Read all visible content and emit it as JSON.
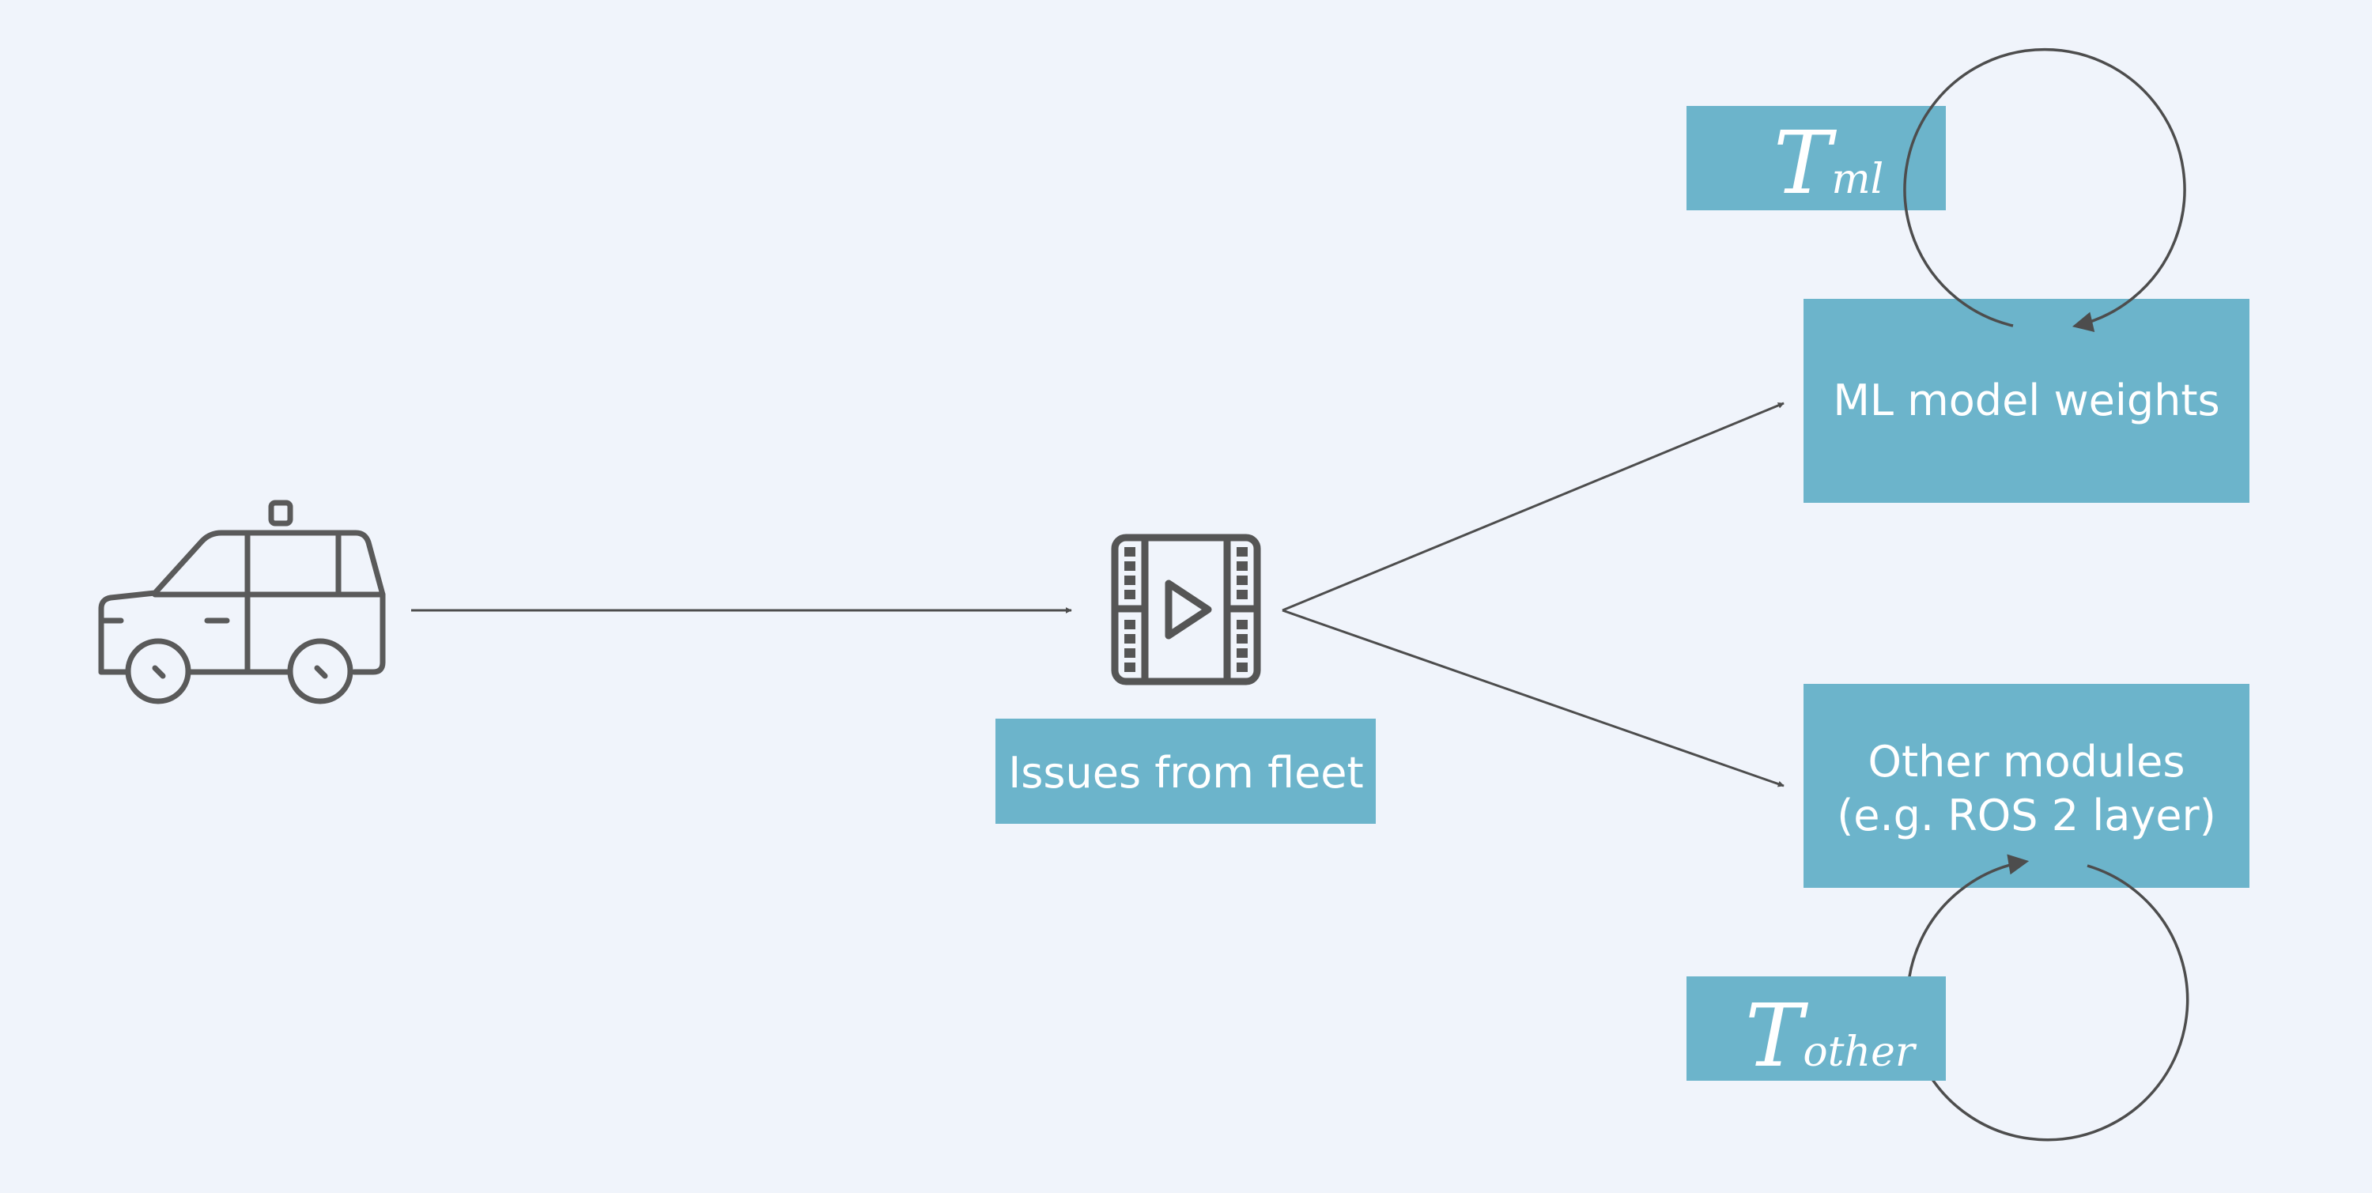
{
  "nodes": {
    "fleet_vehicle": {
      "icon": "taxi-car-icon"
    },
    "issues": {
      "icon": "video-film-icon",
      "label": "Issues from fleet"
    },
    "ml_weights": {
      "label": "ML model weights"
    },
    "other_modules": {
      "line1": "Other modules",
      "line2": "(e.g. ROS 2 layer)"
    },
    "t_ml": {
      "main": "T",
      "sub": "ml"
    },
    "t_other": {
      "main": "T",
      "sub": "other"
    }
  },
  "edges": [
    {
      "from": "fleet_vehicle",
      "to": "issues"
    },
    {
      "from": "issues",
      "to": "ml_weights"
    },
    {
      "from": "issues",
      "to": "other_modules"
    }
  ],
  "loops": [
    {
      "node": "ml_weights",
      "label": "t_ml"
    },
    {
      "node": "other_modules",
      "label": "t_other"
    }
  ],
  "colors": {
    "background": "#f0f4fb",
    "box": "#6cb4cb",
    "line": "#4d4d4d",
    "icon": "#5a5a5a",
    "text": "#ffffff"
  }
}
